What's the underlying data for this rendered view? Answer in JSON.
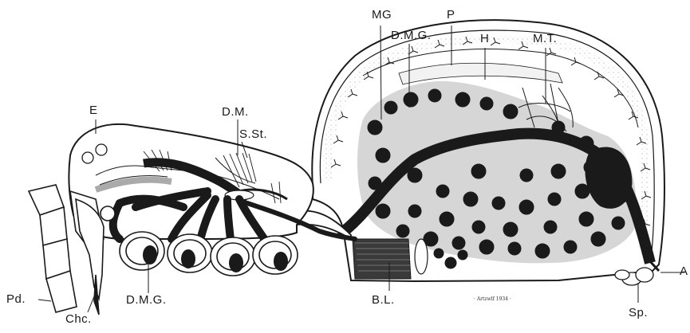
{
  "diagram": {
    "labels": {
      "MG": "MG",
      "P": "P",
      "DMG_top": "D.M.G.",
      "H": "H",
      "MT": "M.T.",
      "E": "E",
      "DM": "D.M.",
      "SSt": "S.St.",
      "Pd": "Pd.",
      "DMG_bottom": "D.M.G.",
      "Chc": "Chc.",
      "BL": "B.L.",
      "Sp": "Sp.",
      "A": "A"
    },
    "signature": "· Artzwlf 1934 ·",
    "colors": {
      "ink": "#1a1a1a",
      "paper": "#ffffff",
      "stipple": "#cfcfcf"
    }
  }
}
